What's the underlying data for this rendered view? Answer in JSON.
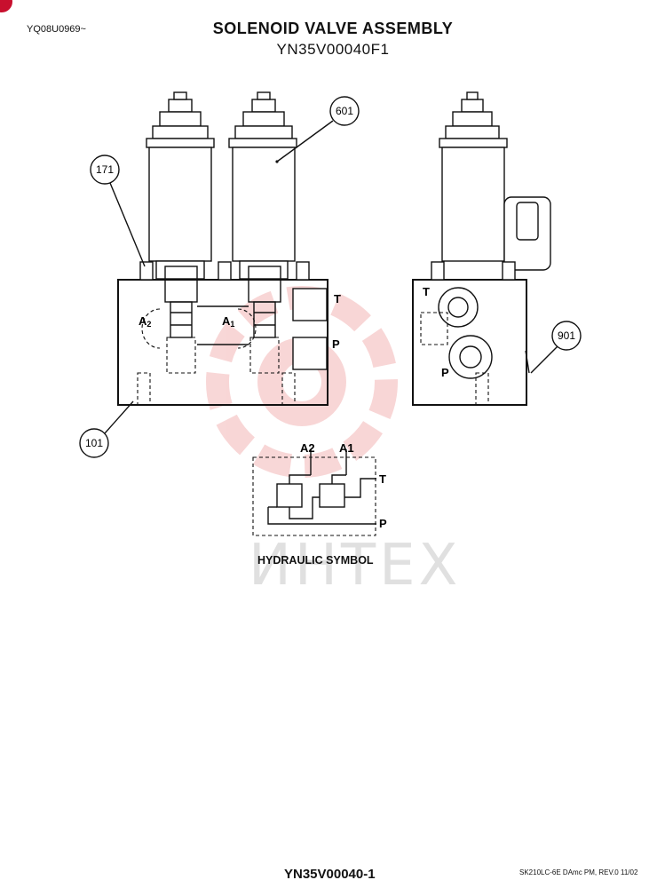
{
  "header": {
    "serial_range": "YQ08U0969~",
    "title": "SOLENOID VALVE ASSEMBLY",
    "subtitle": "YN35V00040F1"
  },
  "callouts": {
    "c601": "601",
    "c171": "171",
    "c101": "101",
    "c901": "901"
  },
  "front_view_ports": {
    "t": "T",
    "p": "P",
    "a2": "A",
    "a2_sub": "2",
    "a1": "A",
    "a1_sub": "1"
  },
  "side_view_ports": {
    "t": "T",
    "p": "P"
  },
  "hydraulic_symbol": {
    "caption": "HYDRAULIC SYMBOL",
    "a2": "A2",
    "a1": "A1",
    "t": "T",
    "p": "P"
  },
  "watermark": {
    "text": "ИНТЕХ"
  },
  "footer": {
    "code": "YN35V00040-1",
    "reference": "SK210LC-6E DAmc PM, REV.0 11/02"
  },
  "colors": {
    "watermark": "#f3b6b6",
    "badge": "#c8102e"
  }
}
